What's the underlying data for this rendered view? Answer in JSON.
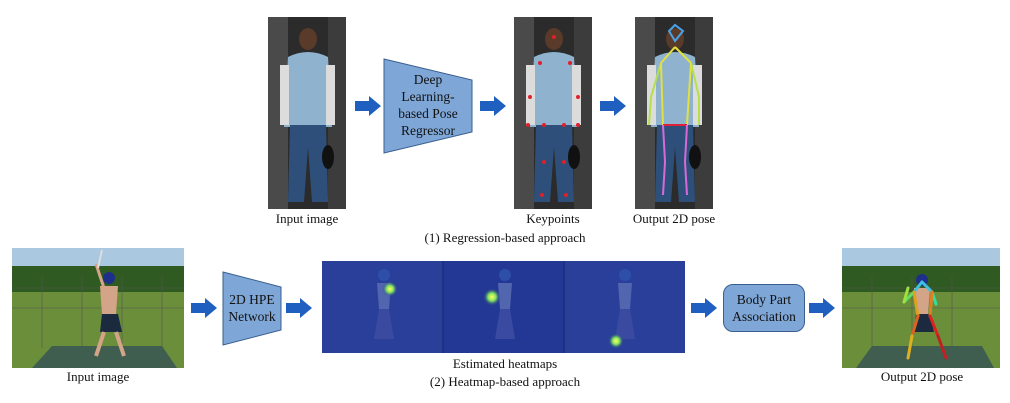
{
  "top": {
    "input_caption": "Input image",
    "regressor_label": "Deep Learning-based Pose Regressor",
    "regressor_lines": [
      "Deep",
      "Learning-",
      "based Pose",
      "Regressor"
    ],
    "keypoints_caption": "Keypoints",
    "output_caption": "Output 2D pose",
    "section_caption": "(1) Regression-based approach"
  },
  "bottom": {
    "input_caption": "Input image",
    "network_lines": [
      "2D HPE",
      "Network"
    ],
    "heatmaps_caption": "Estimated heatmaps",
    "section_caption": "(2) Heatmap-based approach",
    "association_lines": [
      "Body Part",
      "Association"
    ],
    "output_caption": "Output 2D pose"
  },
  "colors": {
    "arrow": "#1f5fbf",
    "network_fill": "#7ea7d8",
    "heatmap_bg": "#1b2f8a"
  }
}
